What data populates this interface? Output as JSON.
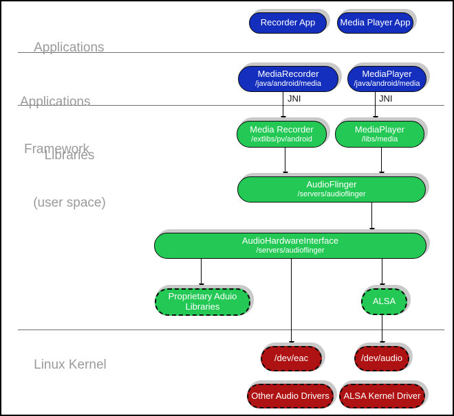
{
  "layer_labels": {
    "applications": "Applications",
    "framework": [
      "Applications",
      "Framework"
    ],
    "libraries": [
      "Libraries",
      "(user space)"
    ],
    "kernel": "Linux Kernel"
  },
  "edge_labels": {
    "jni_left": "JNI",
    "jni_right": "JNI"
  },
  "nodes": {
    "recorder_app": {
      "title": "Recorder App"
    },
    "media_player_app": {
      "title": "Media Player App"
    },
    "media_recorder_framework": {
      "title": "MediaRecorder",
      "path": "/java/android/media"
    },
    "media_player_framework": {
      "title": "MediaPlayer",
      "path": "/java/android/media"
    },
    "media_recorder_lib": {
      "title": "Media Recorder",
      "path": "/extlibs/pv/android"
    },
    "media_player_lib": {
      "title": "MediaPlayer",
      "path": "/libs/media"
    },
    "audio_flinger": {
      "title": "AudioFlinger",
      "path": "/servers/audioflinger"
    },
    "audio_hardware_interface": {
      "title": "AudioHardwareInterface",
      "path": "/servers/audioflinger"
    },
    "proprietary_audio_libraries": {
      "line1": "Proprietary Aduio",
      "line2": "Libraries"
    },
    "alsa": {
      "title": "ALSA"
    },
    "dev_eac": {
      "title": "/dev/eac"
    },
    "dev_audio": {
      "title": "/dev/audio"
    },
    "other_audio_drivers": {
      "title": "Other Audio Drivers"
    },
    "alsa_kernel_driver": {
      "title": "ALSA Kernel Driver"
    }
  },
  "colors": {
    "framework_blue": "#142fbe",
    "library_green": "#23c855",
    "kernel_red": "#af1212",
    "shadow_gray": "#c9c9c9",
    "layer_label_gray": "#9a9a9a"
  }
}
